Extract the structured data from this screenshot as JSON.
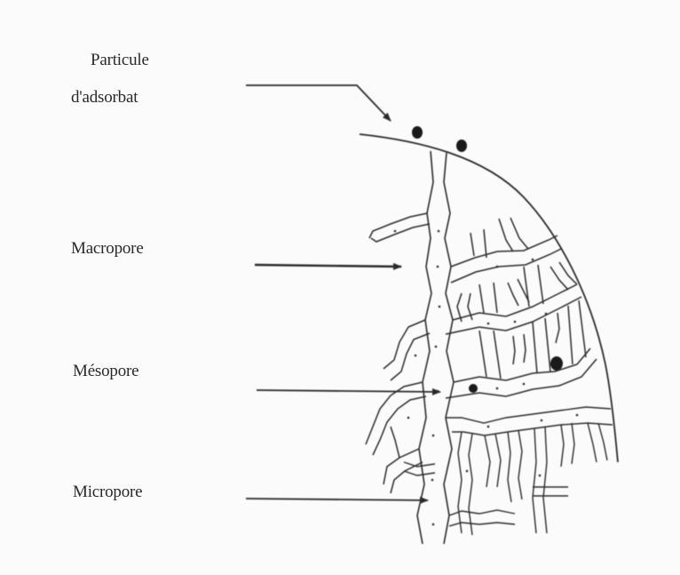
{
  "labels": {
    "particule_line1": "Particule",
    "particule_line2": "d'adsorbat",
    "macropore": "Macropore",
    "mesopore": "Mésopore",
    "micropore": "Micropore"
  },
  "colors": {
    "ink": "#2a2a2a",
    "background": "#fbfbfb"
  }
}
